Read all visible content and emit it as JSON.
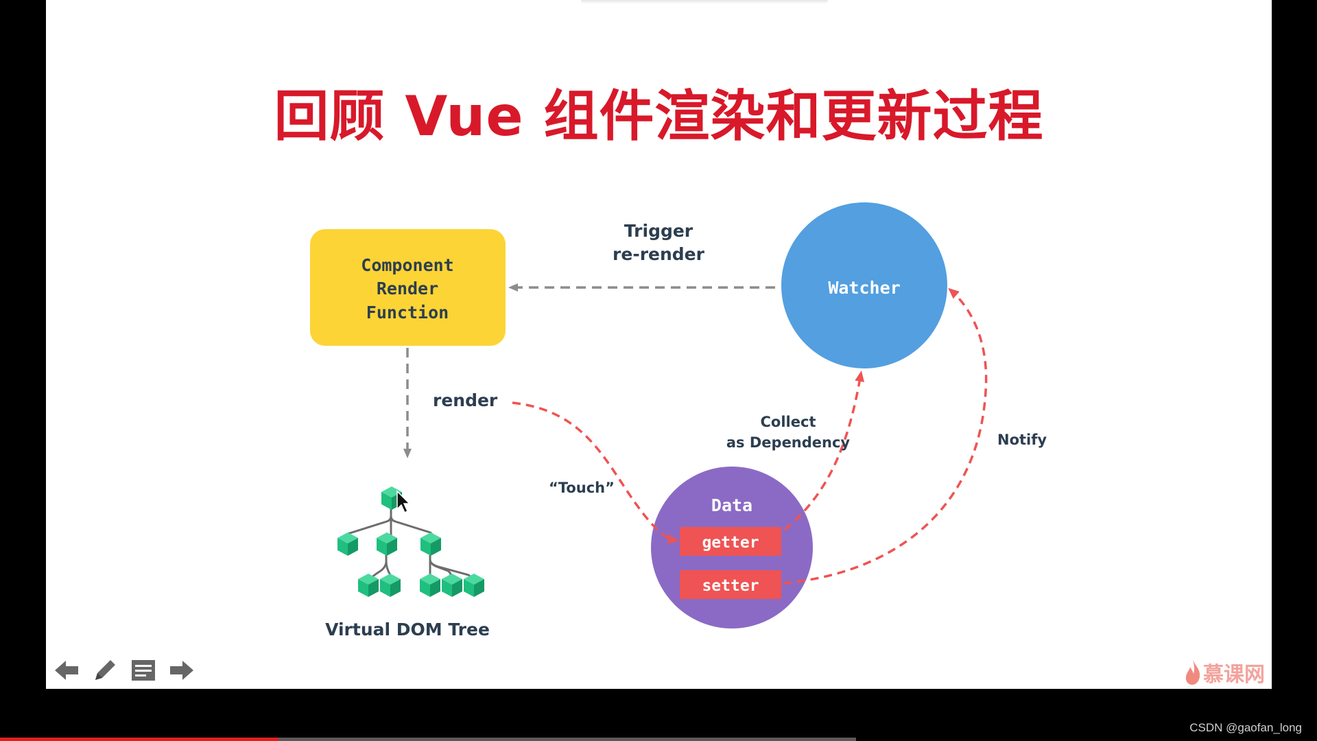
{
  "slide": {
    "title": "回顾 Vue 组件渲染和更新过程",
    "brand_logo_text": "慕课网",
    "colors": {
      "title": "#d8192a",
      "render_box": "#fdd435",
      "watcher": "#539fe0",
      "data": "#8b6ac5",
      "getter_setter": "#ef5353",
      "vnode": "#1fbf7f",
      "arrow_gray": "#8c8c8c",
      "arrow_red": "#ef5353"
    }
  },
  "diagram": {
    "render_box": {
      "line1": "Component",
      "line2": "Render",
      "line3": "Function"
    },
    "watcher_label": "Watcher",
    "data": {
      "label": "Data",
      "getter": "getter",
      "setter": "setter"
    },
    "vdom_label": "Virtual DOM Tree",
    "arrows": {
      "trigger_line1": "Trigger",
      "trigger_line2": "re-render",
      "render": "render",
      "touch": "“Touch”",
      "collect_line1": "Collect",
      "collect_line2": "as Dependency",
      "notify": "Notify"
    }
  },
  "toolbar": {
    "icons": [
      "arrow-left-icon",
      "pencil-icon",
      "notes-icon",
      "arrow-right-icon"
    ]
  },
  "player": {
    "progress": 0.325
  },
  "watermark": "CSDN @gaofan_long"
}
